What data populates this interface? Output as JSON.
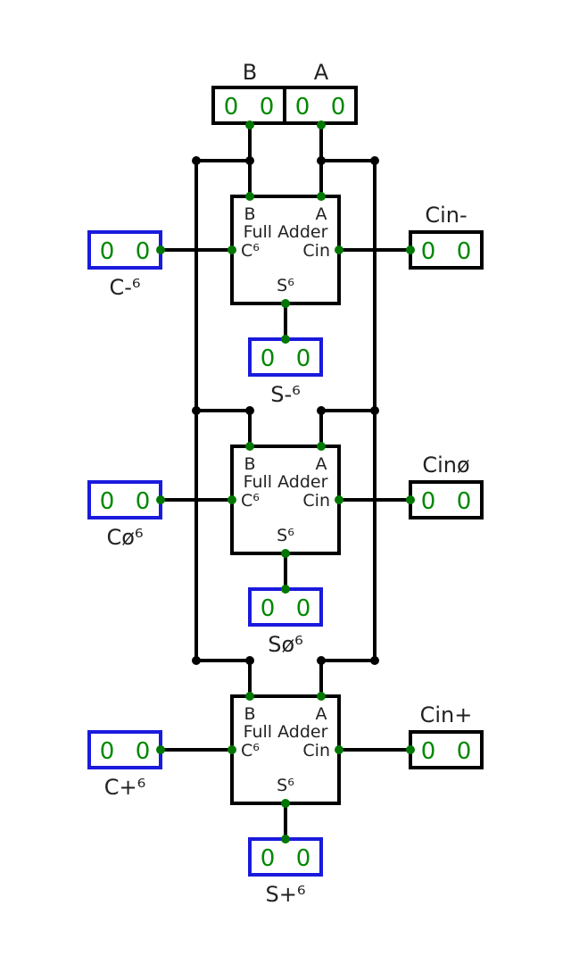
{
  "colors": {
    "wire": "#000000",
    "node": "#007700",
    "digit": "#008800",
    "input_border": "#000000",
    "output_border": "#1a1add",
    "junction": "#000000"
  },
  "inputs_top": {
    "b_label": "B",
    "a_label": "A",
    "b_digits": [
      "0",
      "0"
    ],
    "a_digits": [
      "0",
      "0"
    ]
  },
  "stages": [
    {
      "adder": {
        "pin_b": "B",
        "pin_a": "A",
        "name": "Full Adder",
        "pin_cout": "C⁶",
        "pin_cin": "Cin",
        "pin_s": "S⁶"
      },
      "cin_label": "Cin-",
      "cin_digits": [
        "0",
        "0"
      ],
      "cout_label": "C-⁶",
      "cout_digits": [
        "0",
        "0"
      ],
      "sum_label": "S-⁶",
      "sum_digits": [
        "0",
        "0"
      ]
    },
    {
      "adder": {
        "pin_b": "B",
        "pin_a": "A",
        "name": "Full Adder",
        "pin_cout": "C⁶",
        "pin_cin": "Cin",
        "pin_s": "S⁶"
      },
      "cin_label": "Cinø",
      "cin_digits": [
        "0",
        "0"
      ],
      "cout_label": "Cø⁶",
      "cout_digits": [
        "0",
        "0"
      ],
      "sum_label": "Sø⁶",
      "sum_digits": [
        "0",
        "0"
      ]
    },
    {
      "adder": {
        "pin_b": "B",
        "pin_a": "A",
        "name": "Full Adder",
        "pin_cout": "C⁶",
        "pin_cin": "Cin",
        "pin_s": "S⁶"
      },
      "cin_label": "Cin+",
      "cin_digits": [
        "0",
        "0"
      ],
      "cout_label": "C+⁶",
      "cout_digits": [
        "0",
        "0"
      ],
      "sum_label": "S+⁶",
      "sum_digits": [
        "0",
        "0"
      ]
    }
  ]
}
